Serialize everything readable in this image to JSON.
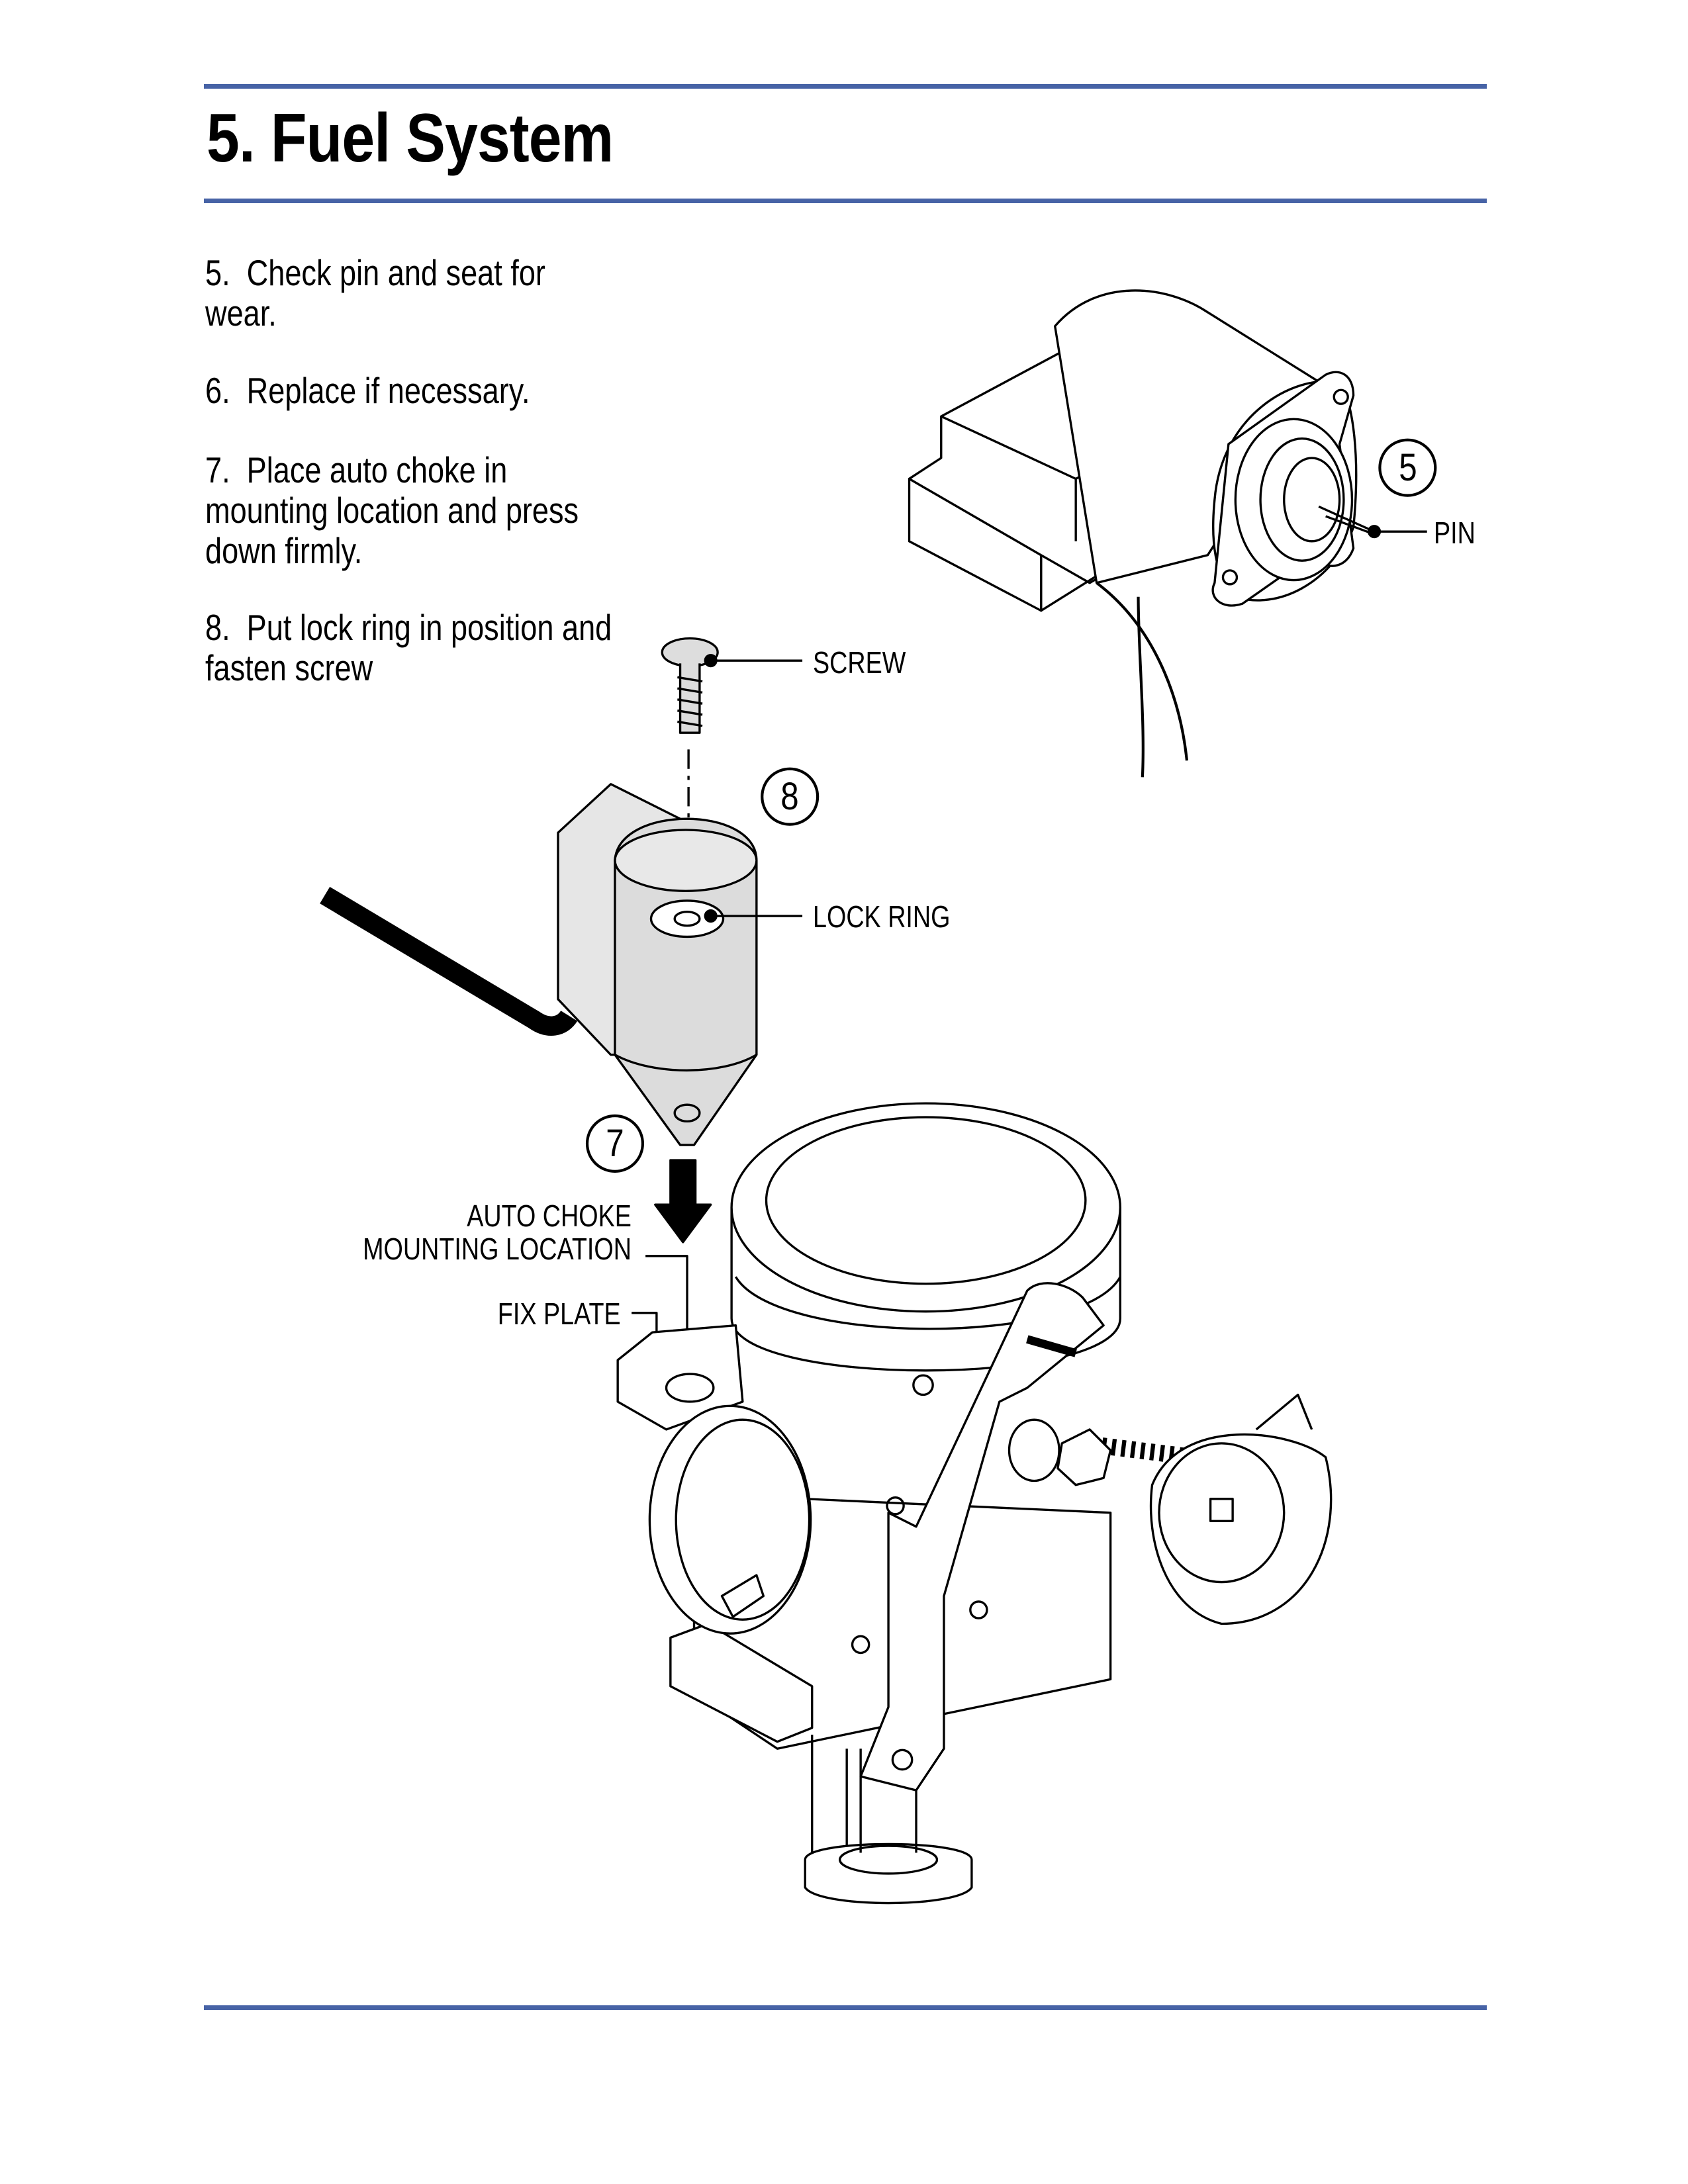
{
  "header": {
    "title": "5. Fuel System"
  },
  "steps": [
    {
      "number": "5.",
      "text": "Check pin and seat for",
      "text2": "wear."
    },
    {
      "number": "6.",
      "text": "Replace if necessary."
    },
    {
      "number": "7.",
      "text": "Place auto choke in",
      "text2": "mounting location and press",
      "text3": "down firmly."
    },
    {
      "number": "8.",
      "text": "Put lock ring in position and",
      "text2": "fasten screw"
    }
  ],
  "figure": {
    "labels": {
      "screw": "SCREW",
      "lock_ring": "LOCK RING",
      "pin": "PIN",
      "auto_choke_1": "AUTO CHOKE",
      "auto_choke_2": "MOUNTING LOCATION",
      "fix_plate": "FIX PLATE"
    },
    "callouts": {
      "c5": "5",
      "c7": "7",
      "c8": "8"
    }
  },
  "colors": {
    "rule": "#4763a6"
  }
}
